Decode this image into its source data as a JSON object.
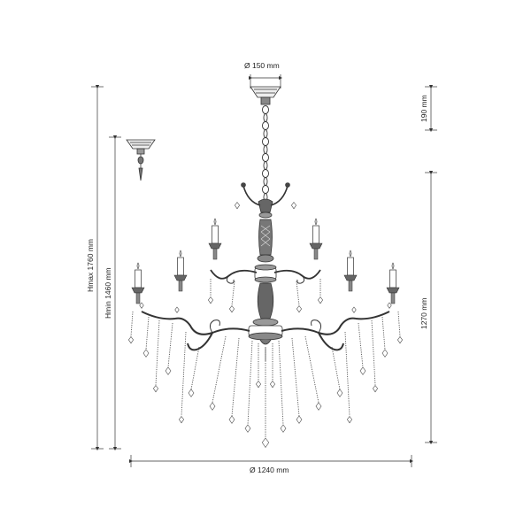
{
  "dimensions": {
    "canopy_diameter": "Ø 150 mm",
    "canopy_height": "190 mm",
    "body_height": "1270 mm",
    "width": "Ø 1240 mm",
    "height_max": "Hmax 1760 mm",
    "height_min": "Hmin 1460 mm"
  },
  "colors": {
    "line": "#333333",
    "crystal": "#555555",
    "metal": "#444444"
  }
}
